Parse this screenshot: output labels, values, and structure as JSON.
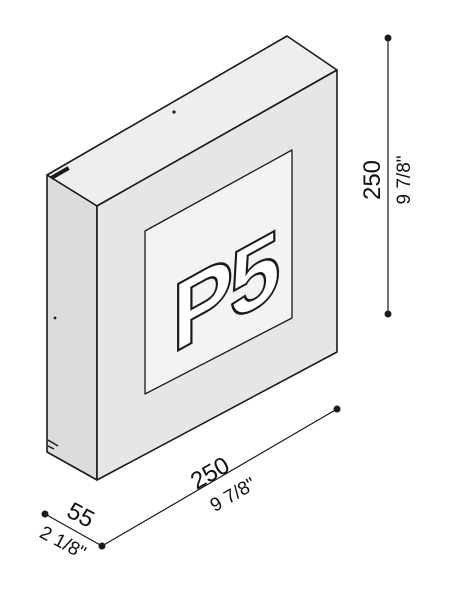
{
  "sign": {
    "label": "P5"
  },
  "dimensions": {
    "height": {
      "metric": "250",
      "imperial": "9 7/8\""
    },
    "width": {
      "metric": "250",
      "imperial": "9 7/8\""
    },
    "depth": {
      "metric": "55",
      "imperial": "2 1/8\""
    }
  },
  "colors": {
    "face": "#e6e6e6",
    "side": "#dcdcdc",
    "top": "#eeeeee",
    "panel": "#f3f3f3",
    "outline": "#1a1a1a"
  }
}
